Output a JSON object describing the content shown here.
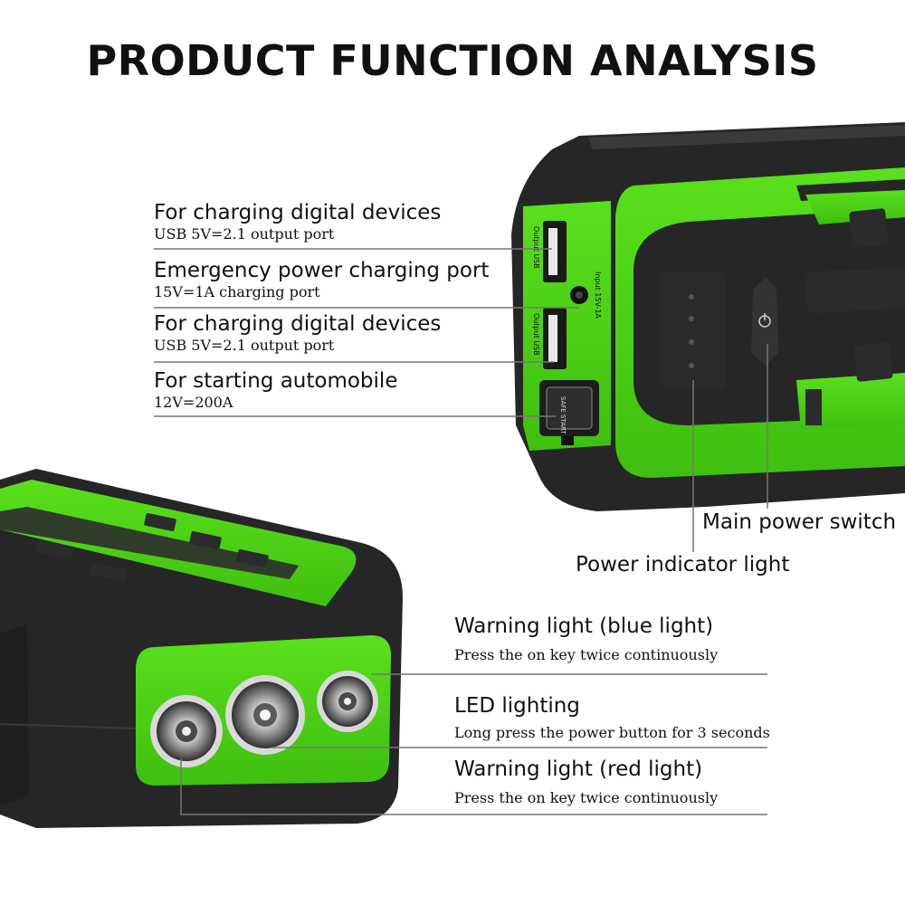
{
  "title": "PRODUCT FUNCTION ANALYSIS",
  "callouts_top": [
    {
      "title": "For charging digital devices",
      "detail": "USB 5V=2.1 output port"
    },
    {
      "title": "Emergency power charging port",
      "detail": "15V=1A charging port"
    },
    {
      "title": "For charging digital devices",
      "detail": "USB 5V=2.1 output port"
    },
    {
      "title": "For starting automobile",
      "detail": "12V=200A"
    }
  ],
  "main_power_switch": "Main power switch",
  "power_indicator_light": "Power indicator light",
  "callouts_bottom": [
    {
      "title": "Warning light (blue light)",
      "detail": "Press the on key twice continuously"
    },
    {
      "title": "LED lighting",
      "detail": "Long press the power button for 3 seconds"
    },
    {
      "title": "Warning light (red light)",
      "detail": "Press the on key twice continuously"
    }
  ],
  "device_labels": {
    "usb_top": "Output USB",
    "input": "Input 15V-1A",
    "usb_bottom": "Output USB",
    "jumper": "SAFE START"
  },
  "colors": {
    "accent_green": "#4cd514",
    "body_black": "#262626",
    "leader_gray": "#777777"
  }
}
